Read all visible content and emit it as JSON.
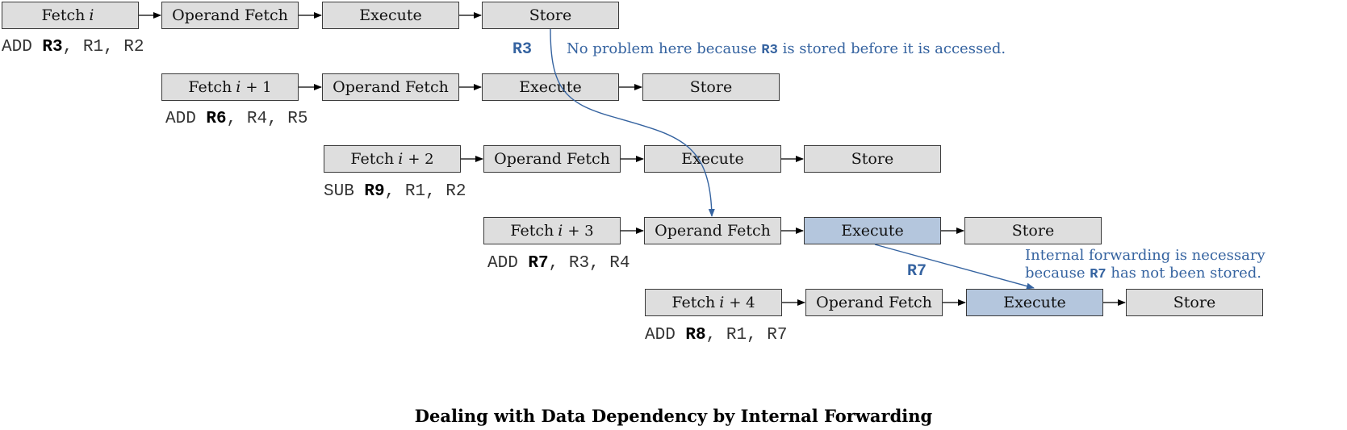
{
  "stage_labels": {
    "operand_fetch": "Operand Fetch",
    "execute": "Execute",
    "store": "Store"
  },
  "rows": [
    {
      "fetch": {
        "prefix": "Fetch",
        "var": "i",
        "suffix": ""
      },
      "instruction": {
        "op": "ADD",
        "dest": "R3",
        "src": "R1, R2"
      },
      "highlight_execute": false
    },
    {
      "fetch": {
        "prefix": "Fetch",
        "var": "i",
        "suffix": "+ 1"
      },
      "instruction": {
        "op": "ADD",
        "dest": "R6",
        "src": "R4, R5"
      },
      "highlight_execute": false
    },
    {
      "fetch": {
        "prefix": "Fetch",
        "var": "i",
        "suffix": "+ 2"
      },
      "instruction": {
        "op": "SUB",
        "dest": "R9",
        "src": "R1, R2"
      },
      "highlight_execute": false
    },
    {
      "fetch": {
        "prefix": "Fetch",
        "var": "i",
        "suffix": "+ 3"
      },
      "instruction": {
        "op": "ADD",
        "dest": "R7",
        "src": "R3, R4"
      },
      "highlight_execute": true
    },
    {
      "fetch": {
        "prefix": "Fetch",
        "var": "i",
        "suffix": "+ 4"
      },
      "instruction": {
        "op": "ADD",
        "dest": "R8",
        "src": "R1, R7"
      },
      "highlight_execute": true
    }
  ],
  "annotations": {
    "r3_tag": "R3",
    "r3_note": {
      "before": "No problem here because",
      "reg": "R3",
      "after": "is stored before it is accessed."
    },
    "r7_tag": "R7",
    "r7_note_line1": "Internal forwarding is necessary",
    "r7_note_line2": {
      "before": "because",
      "reg": "R7",
      "after": "has not been stored."
    }
  },
  "caption": "Dealing with Data Dependency by Internal Forwarding",
  "colors": {
    "box_fill": "#dedede",
    "highlight_fill": "#b4c6dd",
    "annotation_blue": "#3563a0"
  }
}
